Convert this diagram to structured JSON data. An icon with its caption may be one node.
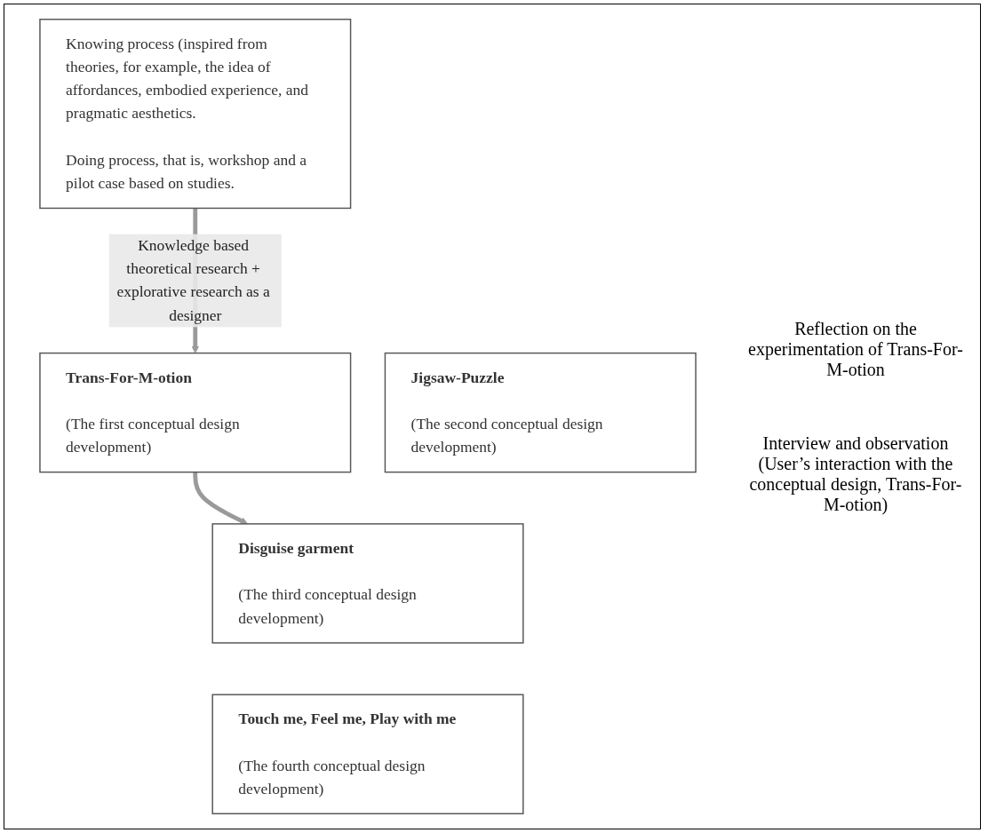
{
  "diagram": {
    "nodes": [
      {
        "text": [
          "Knowing process (inspired from theories, for example, the idea of affordances, embodied experience, and pragmatic aesthetics.",
          "Doing process, that is, workshop and a pilot case based on studies."
        ]
      },
      {
        "text": [
          "Trans-For-M-otion",
          "(The first conceptual design development)"
        ]
      },
      {
        "text": [
          "Jigsaw-Puzzle",
          "(The second conceptual design development)"
        ]
      },
      {
        "text": [
          "Disguise garment",
          "(The third conceptual design development)"
        ]
      },
      {
        "text": [
          "Touch me, Feel me, Play with me",
          "(The fourth conceptual design development)"
        ]
      }
    ],
    "edges": [
      {
        "from": 0,
        "to": 1,
        "arrow": "to",
        "label": "Knowledge based theoretical research + explorative research as a designer"
      },
      {
        "from": 1,
        "to": 3,
        "arrow": "to"
      }
    ],
    "labels": [
      "Reflection on the experimentation of Trans-For-M-otion",
      "Interview and observation (User’s interaction with the conceptual design, Trans-For-M-otion)"
    ]
  }
}
